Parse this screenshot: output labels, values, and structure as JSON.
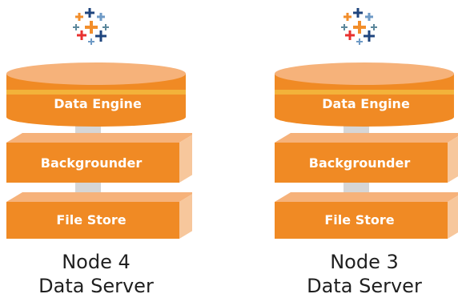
{
  "nodes": [
    {
      "layers": {
        "data_engine": "Data Engine",
        "backgrounder": "Backgrounder",
        "file_store": "File Store"
      },
      "name": "Node 4",
      "role": "Data Server"
    },
    {
      "layers": {
        "data_engine": "Data Engine",
        "backgrounder": "Backgrounder",
        "file_store": "File Store"
      },
      "name": "Node 3",
      "role": "Data Server"
    }
  ],
  "colors": {
    "layer_front": "#f08a24",
    "layer_top": "#f6b27a",
    "layer_side": "#f7c79c",
    "stripe": "#f3b23a",
    "connector": "#d6d6d6",
    "logo_blue": "#1f457e",
    "logo_red": "#e8312f",
    "logo_orange": "#f28e2b",
    "logo_teal": "#5b879b",
    "logo_lightblue": "#6e9ac6"
  }
}
